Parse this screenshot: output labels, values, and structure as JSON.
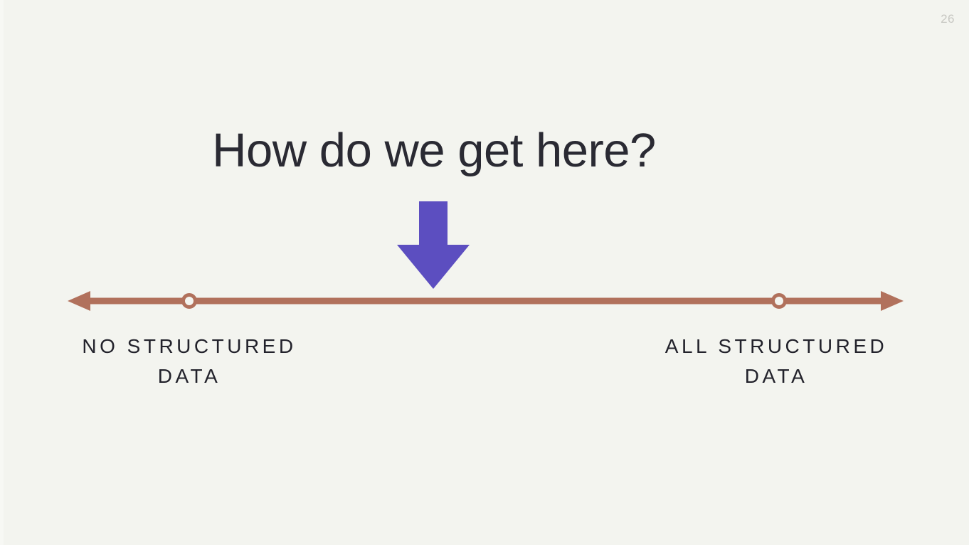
{
  "slide": {
    "page_number": "26",
    "title": "How do we get here?",
    "background_color": "#F3F4EF",
    "title_color": "#2A2A33",
    "page_number_color": "#C7C7C2"
  },
  "down_arrow": {
    "name": "down-arrow",
    "color": "#5C4EC0"
  },
  "spectrum": {
    "name": "spectrum-axis",
    "line_color": "#B1715C",
    "marker_fill": "#F3F4EF",
    "left_arrowhead": "left-arrowhead",
    "right_arrowhead": "right-arrowhead",
    "markers": [
      {
        "name": "marker-left",
        "position_pct": 14.6
      },
      {
        "name": "marker-right",
        "position_pct": 85.1
      }
    ],
    "labels": {
      "left": {
        "line1": "NO STRUCTURED",
        "line2": "DATA"
      },
      "right": {
        "line1": "ALL STRUCTURED",
        "line2": "DATA"
      }
    }
  },
  "chart_data": {
    "type": "line",
    "title": "How do we get here?",
    "xlabel": "",
    "ylabel": "",
    "categories": [
      "NO STRUCTURED DATA",
      "ALL STRUCTURED DATA"
    ],
    "x": [
      14.6,
      85.1
    ],
    "values": [
      0,
      0
    ],
    "annotations": [
      {
        "text": "How do we get here?",
        "x": 50,
        "marker": "down-arrow",
        "color": "#5C4EC0"
      }
    ],
    "axis_range": [
      0,
      100
    ],
    "grid": false,
    "legend": "none"
  }
}
